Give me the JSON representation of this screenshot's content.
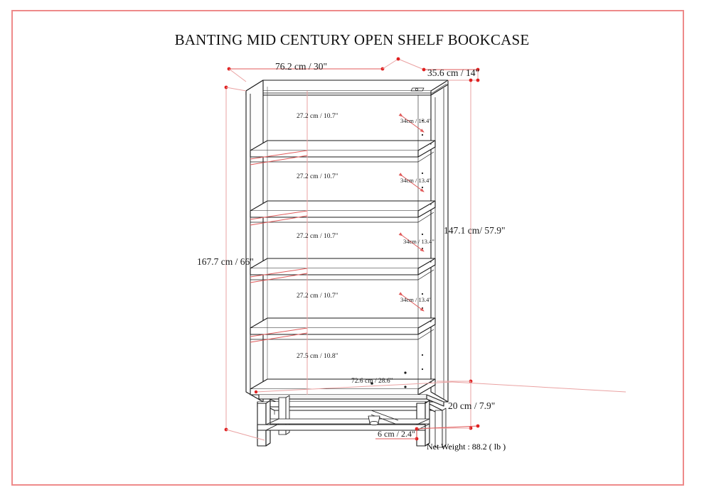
{
  "page": {
    "title": "BANTING MID CENTURY OPEN SHELF BOOKCASE",
    "border_color": "#ee8a8a",
    "dimension_line_color": "#e8projection",
    "background": "#ffffff"
  },
  "product": {
    "name": "BANTING MID CENTURY OPEN SHELF BOOKCASE",
    "net_weight_label": "Net Weight : 88.2 ( lb )",
    "shelf_count": 4,
    "compartment_count": 5
  },
  "dimensions": {
    "overall_width": "76.2 cm / 30\"",
    "overall_depth": "35.6 cm / 14\"",
    "overall_height": "167.7 cm / 66\"",
    "cabinet_height": "147.1 cm/ 57.9\"",
    "base_height": "20 cm / 7.9\"",
    "interior_width": "72.6 cm / 28.6\"",
    "leg_thickness": "6 cm / 2.4\"",
    "compartment_heights": [
      "27.2 cm / 10.7\"",
      "27.2 cm / 10.7\"",
      "27.2 cm / 10.7\"",
      "27.2 cm / 10.7\"",
      "27.5 cm / 10.8\""
    ],
    "shelf_depths": [
      "34cm / 13.4\"",
      "34cm / 13.4\"",
      "34cm / 13.4\"",
      "34cm / 13.4\""
    ]
  },
  "colors": {
    "dimension_red": "#e05a5a",
    "dimension_pink": "#e89a9a",
    "outline": "#1a1a1a"
  }
}
